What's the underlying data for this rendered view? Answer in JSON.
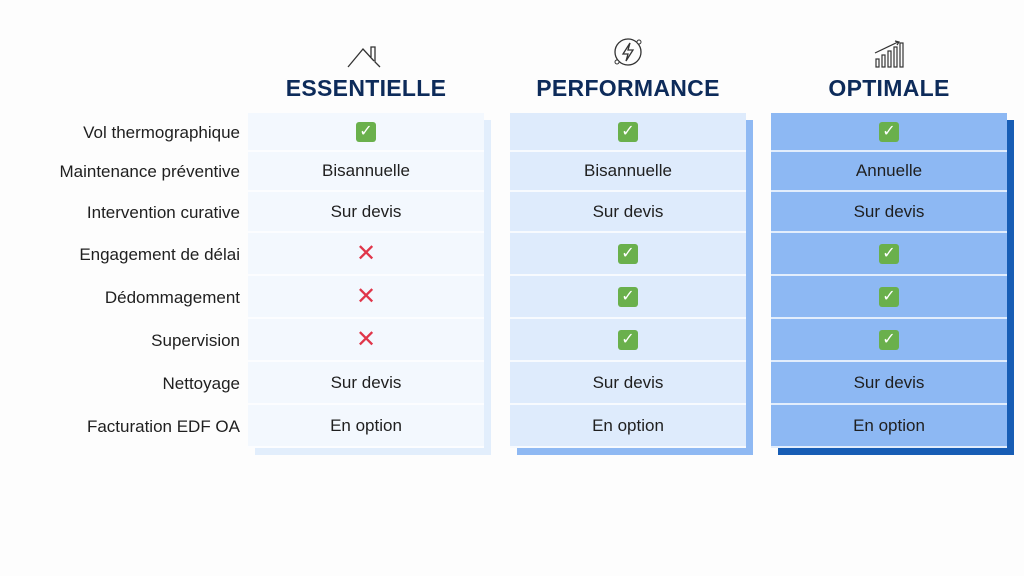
{
  "rows": [
    "Vol thermographique",
    "Maintenance préventive",
    "Intervention curative",
    "Engagement de délai",
    "Dédommagement",
    "Supervision",
    "Nettoyage",
    "Facturation EDF OA"
  ],
  "plans": [
    {
      "name": "ESSENTIELLE",
      "icon": "house-icon",
      "bg": "#f3f8fe",
      "shadow": "#e2eefc",
      "values": [
        "check",
        "Bisannuelle",
        "Sur devis",
        "cross",
        "cross",
        "cross",
        "Sur devis",
        "En option"
      ]
    },
    {
      "name": "PERFORMANCE",
      "icon": "lightning-circle-icon",
      "bg": "#deebfc",
      "shadow": "#8fb9f3",
      "values": [
        "check",
        "Bisannuelle",
        "Sur devis",
        "check",
        "check",
        "check",
        "Sur devis",
        "En option"
      ]
    },
    {
      "name": "OPTIMALE",
      "icon": "growth-chart-icon",
      "bg": "#8db8f3",
      "shadow": "#175db5",
      "values": [
        "check",
        "Annuelle",
        "Sur devis",
        "check",
        "check",
        "check",
        "Sur devis",
        "En option"
      ]
    }
  ],
  "symbols": {
    "check": "✓",
    "cross": "✕"
  }
}
